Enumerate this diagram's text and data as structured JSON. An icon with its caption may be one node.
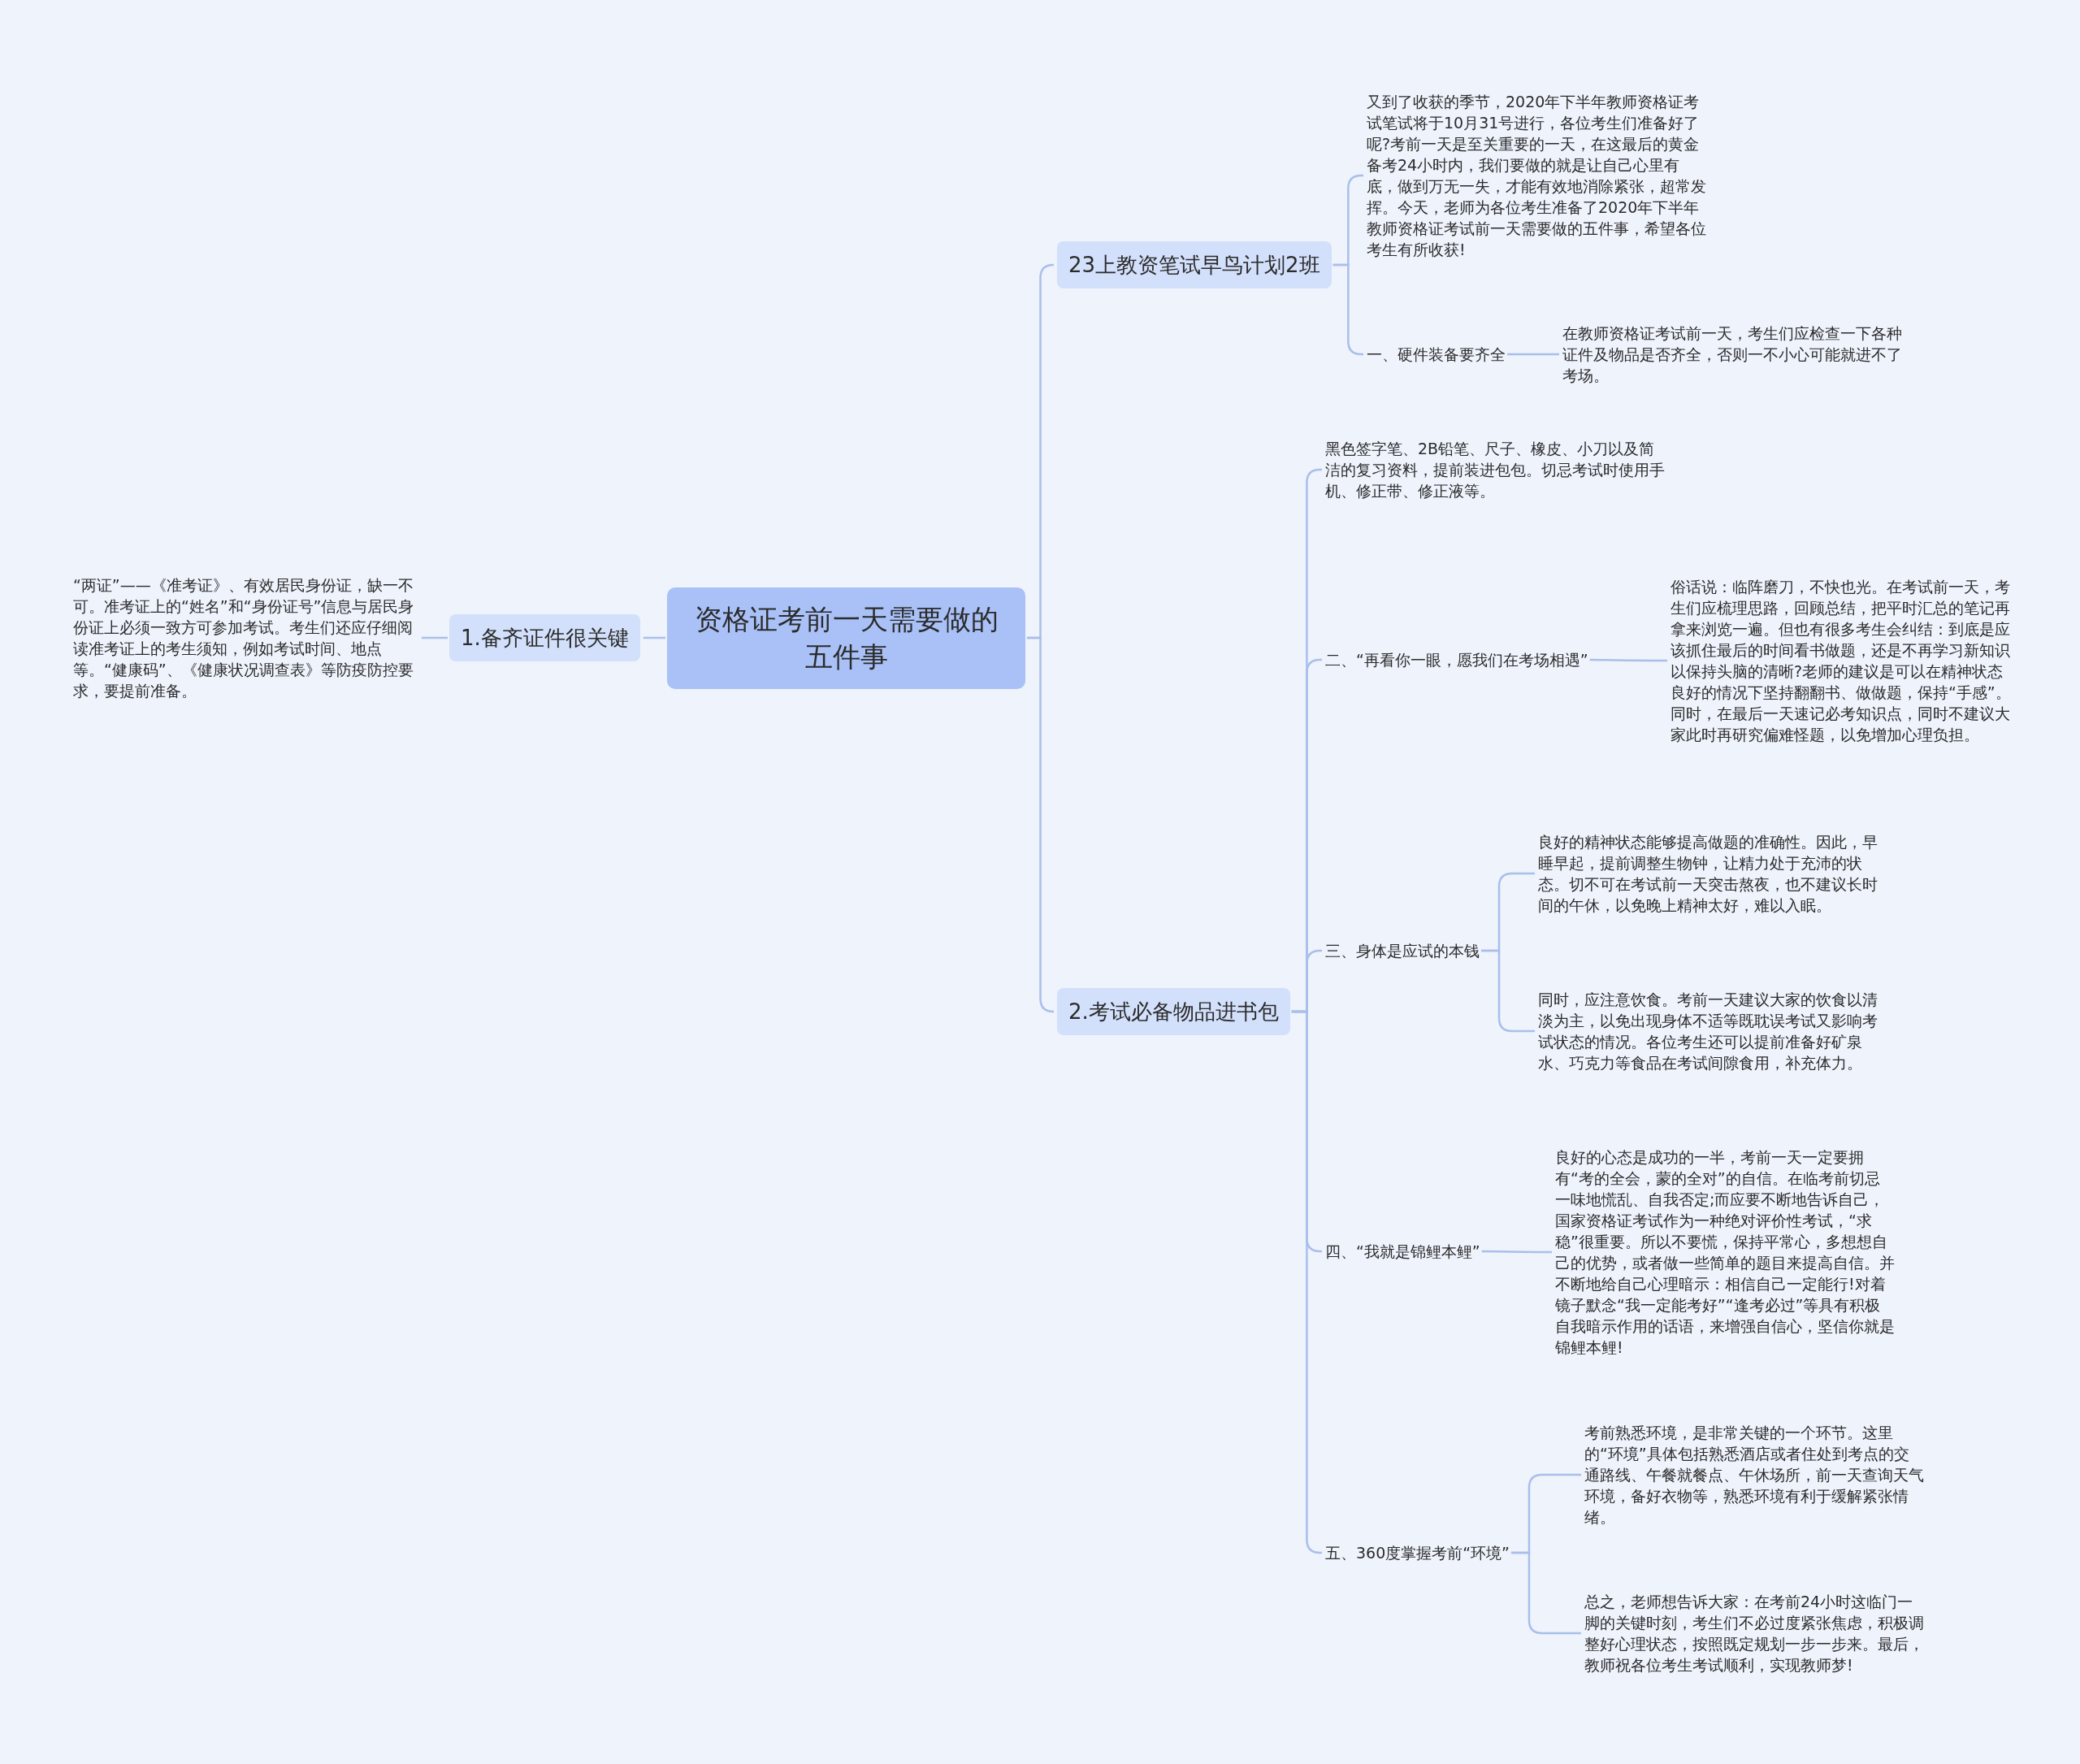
{
  "diagram": {
    "nodes": [
      {
        "text": [
          "资格证考前一天需要做的五件事"
        ]
      },
      {
        "text": [
          "1.备齐证件很关键"
        ]
      },
      {
        "text": [
          "“两证”——《准考证》、有效居民身份证，缺一不可。准考证上的“姓名”和“身份证号”信息与居民身份证上必须一致方可参加考试。考生们还应仔细阅读准考证上的考生须知，例如考试时间、地点等。“健康码”、《健康状况调查表》等防疫防控要求，要提前准备。"
        ]
      },
      {
        "text": [
          "23上教资笔试早鸟计划2班"
        ]
      },
      {
        "text": [
          "又到了收获的季节，2020年下半年教师资格证考试笔试将于10月31号进行，各位考生们准备好了呢?考前一天是至关重要的一天，在这最后的黄金备考24小时内，我们要做的就是让自己心里有底，做到万无一失，才能有效地消除紧张，超常发挥。今天，老师为各位考生准备了2020年下半年教师资格证考试前一天需要做的五件事，希望各位考生有所收获!"
        ]
      },
      {
        "text": [
          "一、硬件装备要齐全"
        ]
      },
      {
        "text": [
          "在教师资格证考试前一天，考生们应检查一下各种证件及物品是否齐全，否则一不小心可能就进不了考场。"
        ]
      },
      {
        "text": [
          "2.考试必备物品进书包"
        ]
      },
      {
        "text": [
          "黑色签字笔、2B铅笔、尺子、橡皮、小刀以及简洁的复习资料，提前装进包包。切忌考试时使用手机、修正带、修正液等。"
        ]
      },
      {
        "text": [
          "二、“再看你一眼，愿我们在考场相遇”"
        ]
      },
      {
        "text": [
          "俗话说：临阵磨刀，不快也光。在考试前一天，考生们应梳理思路，回顾总结，把平时汇总的笔记再拿来浏览一遍。但也有很多考生会纠结：到底是应该抓住最后的时间看书做题，还是不再学习新知识以保持头脑的清晰?老师的建议是可以在精神状态良好的情况下坚持翻翻书、做做题，保持“手感”。同时，在最后一天速记必考知识点，同时不建议大家此时再研究偏难怪题，以免增加心理负担。"
        ]
      },
      {
        "text": [
          "三、身体是应试的本钱"
        ]
      },
      {
        "text": [
          "良好的精神状态能够提高做题的准确性。因此，早睡早起，提前调整生物钟，让精力处于充沛的状态。切不可在考试前一天突击熬夜，也不建议长时间的午休，以免晚上精神太好，难以入眠。"
        ]
      },
      {
        "text": [
          "同时，应注意饮食。考前一天建议大家的饮食以清淡为主，以免出现身体不适等既耽误考试又影响考试状态的情况。各位考生还可以提前准备好矿泉水、巧克力等食品在考试间隙食用，补充体力。"
        ]
      },
      {
        "text": [
          "四、“我就是锦鲤本鲤”"
        ]
      },
      {
        "text": [
          "良好的心态是成功的一半，考前一天一定要拥有“考的全会，蒙的全对”的自信。在临考前切忌一味地慌乱、自我否定;而应要不断地告诉自己，国家资格证考试作为一种绝对评价性考试，“求稳”很重要。所以不要慌，保持平常心，多想想自己的优势，或者做一些简单的题目来提高自信。并不断地给自己心理暗示：相信自己一定能行!对着镜子默念“我一定能考好”“逢考必过”等具有积极自我暗示作用的话语，来增强自信心，坚信你就是锦鲤本鲤!"
        ]
      },
      {
        "text": [
          "五、360度掌握考前“环境”"
        ]
      },
      {
        "text": [
          "考前熟悉环境，是非常关键的一个环节。这里的“环境”具体包括熟悉酒店或者住处到考点的交通路线、午餐就餐点、午休场所，前一天查询天气环境，备好衣物等，熟悉环境有利于缓解紧张情绪。"
        ]
      },
      {
        "text": [
          "总之，老师想告诉大家：在考前24小时这临门一脚的关键时刻，考生们不必过度紧张焦虑，积极调整好心理状态，按照既定规划一步一步来。最后，教师祝各位考生考试顺利，实现教师梦!"
        ]
      }
    ],
    "edges": [
      {
        "from": 0,
        "to": 1,
        "arrow": "none"
      },
      {
        "from": 1,
        "to": 2,
        "arrow": "none"
      },
      {
        "from": 0,
        "to": 3,
        "arrow": "none"
      },
      {
        "from": 0,
        "to": 7,
        "arrow": "none"
      },
      {
        "from": 3,
        "to": 4,
        "arrow": "none"
      },
      {
        "from": 3,
        "to": 5,
        "arrow": "none"
      },
      {
        "from": 5,
        "to": 6,
        "arrow": "none"
      },
      {
        "from": 7,
        "to": 8,
        "arrow": "none"
      },
      {
        "from": 7,
        "to": 9,
        "arrow": "none"
      },
      {
        "from": 9,
        "to": 10,
        "arrow": "none"
      },
      {
        "from": 7,
        "to": 11,
        "arrow": "none"
      },
      {
        "from": 11,
        "to": 12,
        "arrow": "none"
      },
      {
        "from": 11,
        "to": 13,
        "arrow": "none"
      },
      {
        "from": 7,
        "to": 14,
        "arrow": "none"
      },
      {
        "from": 14,
        "to": 15,
        "arrow": "none"
      },
      {
        "from": 7,
        "to": 16,
        "arrow": "none"
      },
      {
        "from": 16,
        "to": 17,
        "arrow": "none"
      },
      {
        "from": 16,
        "to": 18,
        "arrow": "none"
      }
    ]
  }
}
